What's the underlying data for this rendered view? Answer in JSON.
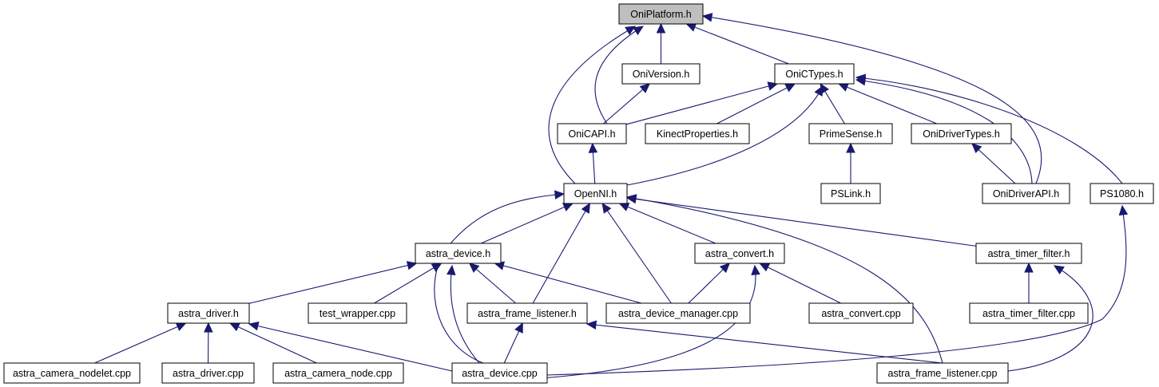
{
  "diagram": {
    "type": "include-dependency-graph",
    "colors": {
      "edge": "#191970",
      "root_fill": "#bfbfbf",
      "node_fill": "#ffffff",
      "node_border": "#000000"
    },
    "root": "OniPlatform.h",
    "nodes": [
      {
        "id": "oniplatform",
        "label": "OniPlatform.h",
        "highlight": true
      },
      {
        "id": "oniversion",
        "label": "OniVersion.h"
      },
      {
        "id": "onictypes",
        "label": "OniCTypes.h"
      },
      {
        "id": "onicapi",
        "label": "OniCAPI.h"
      },
      {
        "id": "kinectprops",
        "label": "KinectProperties.h"
      },
      {
        "id": "primesense",
        "label": "PrimeSense.h"
      },
      {
        "id": "onidrivertypes",
        "label": "OniDriverTypes.h"
      },
      {
        "id": "openni",
        "label": "OpenNI.h"
      },
      {
        "id": "pslink",
        "label": "PSLink.h"
      },
      {
        "id": "onidriverapi",
        "label": "OniDriverAPI.h"
      },
      {
        "id": "ps1080",
        "label": "PS1080.h"
      },
      {
        "id": "astra_device_h",
        "label": "astra_device.h"
      },
      {
        "id": "astra_convert_h",
        "label": "astra_convert.h"
      },
      {
        "id": "astra_timer_filter_h",
        "label": "astra_timer_filter.h"
      },
      {
        "id": "astra_driver_h",
        "label": "astra_driver.h"
      },
      {
        "id": "test_wrapper",
        "label": "test_wrapper.cpp"
      },
      {
        "id": "astra_frame_listener_h",
        "label": "astra_frame_listener.h"
      },
      {
        "id": "astra_device_manager",
        "label": "astra_device_manager.cpp"
      },
      {
        "id": "astra_convert_cpp",
        "label": "astra_convert.cpp"
      },
      {
        "id": "astra_timer_filter_cpp",
        "label": "astra_timer_filter.cpp"
      },
      {
        "id": "astra_camera_nodelet",
        "label": "astra_camera_nodelet.cpp"
      },
      {
        "id": "astra_driver_cpp",
        "label": "astra_driver.cpp"
      },
      {
        "id": "astra_camera_node",
        "label": "astra_camera_node.cpp"
      },
      {
        "id": "astra_device_cpp",
        "label": "astra_device.cpp"
      },
      {
        "id": "astra_frame_listener_cpp",
        "label": "astra_frame_listener.cpp"
      }
    ],
    "edges": [
      {
        "from": "oniversion",
        "to": "oniplatform"
      },
      {
        "from": "onictypes",
        "to": "oniplatform"
      },
      {
        "from": "onicapi",
        "to": "oniplatform"
      },
      {
        "from": "openni",
        "to": "oniplatform"
      },
      {
        "from": "onidriverapi",
        "to": "oniplatform"
      },
      {
        "from": "onicapi",
        "to": "oniversion"
      },
      {
        "from": "onicapi",
        "to": "onictypes"
      },
      {
        "from": "kinectprops",
        "to": "onictypes"
      },
      {
        "from": "primesense",
        "to": "onictypes"
      },
      {
        "from": "onidrivertypes",
        "to": "onictypes"
      },
      {
        "from": "openni",
        "to": "onictypes"
      },
      {
        "from": "onidriverapi",
        "to": "onictypes"
      },
      {
        "from": "ps1080",
        "to": "onictypes"
      },
      {
        "from": "openni",
        "to": "onicapi"
      },
      {
        "from": "pslink",
        "to": "primesense"
      },
      {
        "from": "onidriverapi",
        "to": "onidrivertypes"
      },
      {
        "from": "astra_device_h",
        "to": "openni"
      },
      {
        "from": "astra_convert_h",
        "to": "openni"
      },
      {
        "from": "astra_timer_filter_h",
        "to": "openni"
      },
      {
        "from": "astra_frame_listener_h",
        "to": "openni"
      },
      {
        "from": "astra_device_manager",
        "to": "openni"
      },
      {
        "from": "astra_device_cpp",
        "to": "openni"
      },
      {
        "from": "astra_frame_listener_cpp",
        "to": "openni"
      },
      {
        "from": "astra_driver_h",
        "to": "astra_device_h"
      },
      {
        "from": "test_wrapper",
        "to": "astra_device_h"
      },
      {
        "from": "astra_frame_listener_h",
        "to": "astra_device_h"
      },
      {
        "from": "astra_device_manager",
        "to": "astra_device_h"
      },
      {
        "from": "astra_device_cpp",
        "to": "astra_device_h"
      },
      {
        "from": "astra_device_manager",
        "to": "astra_convert_h"
      },
      {
        "from": "astra_convert_cpp",
        "to": "astra_convert_h"
      },
      {
        "from": "astra_device_cpp",
        "to": "astra_convert_h"
      },
      {
        "from": "astra_timer_filter_cpp",
        "to": "astra_timer_filter_h"
      },
      {
        "from": "astra_frame_listener_cpp",
        "to": "astra_timer_filter_h"
      },
      {
        "from": "astra_camera_nodelet",
        "to": "astra_driver_h"
      },
      {
        "from": "astra_driver_cpp",
        "to": "astra_driver_h"
      },
      {
        "from": "astra_camera_node",
        "to": "astra_driver_h"
      },
      {
        "from": "astra_device_cpp",
        "to": "astra_driver_h"
      },
      {
        "from": "astra_device_cpp",
        "to": "astra_frame_listener_h"
      },
      {
        "from": "astra_frame_listener_cpp",
        "to": "astra_frame_listener_h"
      },
      {
        "from": "astra_device_cpp",
        "to": "ps1080"
      }
    ]
  }
}
